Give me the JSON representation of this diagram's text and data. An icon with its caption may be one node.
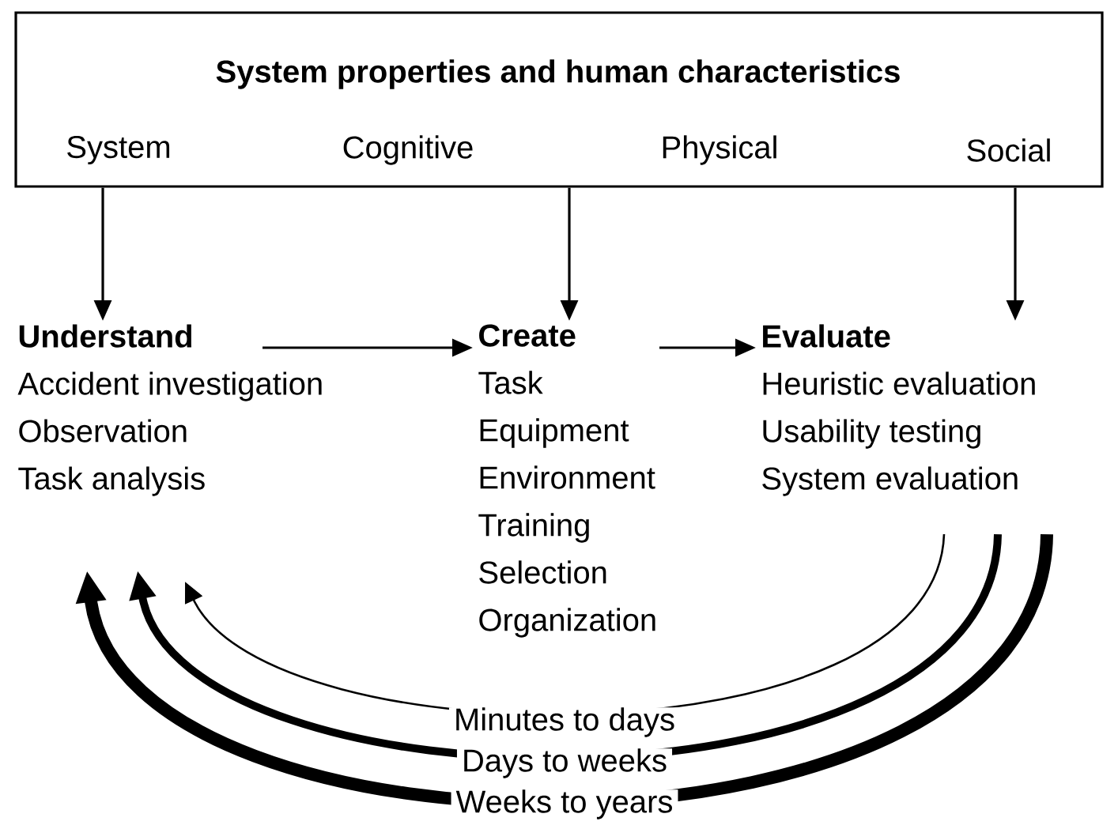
{
  "diagram": {
    "nodes": [
      {
        "text": [
          "System properties and human characteristics",
          "System",
          "Cognitive",
          "Physical",
          "Social"
        ]
      },
      {
        "text": [
          "Understand",
          "Accident investigation",
          "Observation",
          "Task analysis"
        ]
      },
      {
        "text": [
          "Create",
          "Task",
          "Equipment",
          "Environment",
          "Training",
          "Selection",
          "Organization"
        ]
      },
      {
        "text": [
          "Evaluate",
          "Heuristic evaluation",
          "Usability testing",
          "System evaluation"
        ]
      }
    ],
    "edges": [
      {
        "from": 0,
        "to": 1,
        "arrow": "to"
      },
      {
        "from": 0,
        "to": 2,
        "arrow": "to"
      },
      {
        "from": 0,
        "to": 3,
        "arrow": "to"
      },
      {
        "from": 1,
        "to": 2,
        "arrow": "to"
      },
      {
        "from": 2,
        "to": 3,
        "arrow": "to"
      },
      {
        "from": 3,
        "to": 1,
        "arrow": "to",
        "label": "Minutes to days"
      },
      {
        "from": 3,
        "to": 1,
        "arrow": "to",
        "label": "Days to weeks",
        "style": "thick"
      },
      {
        "from": 3,
        "to": 1,
        "arrow": "to",
        "label": "Weeks to years",
        "style": "thick"
      }
    ]
  }
}
